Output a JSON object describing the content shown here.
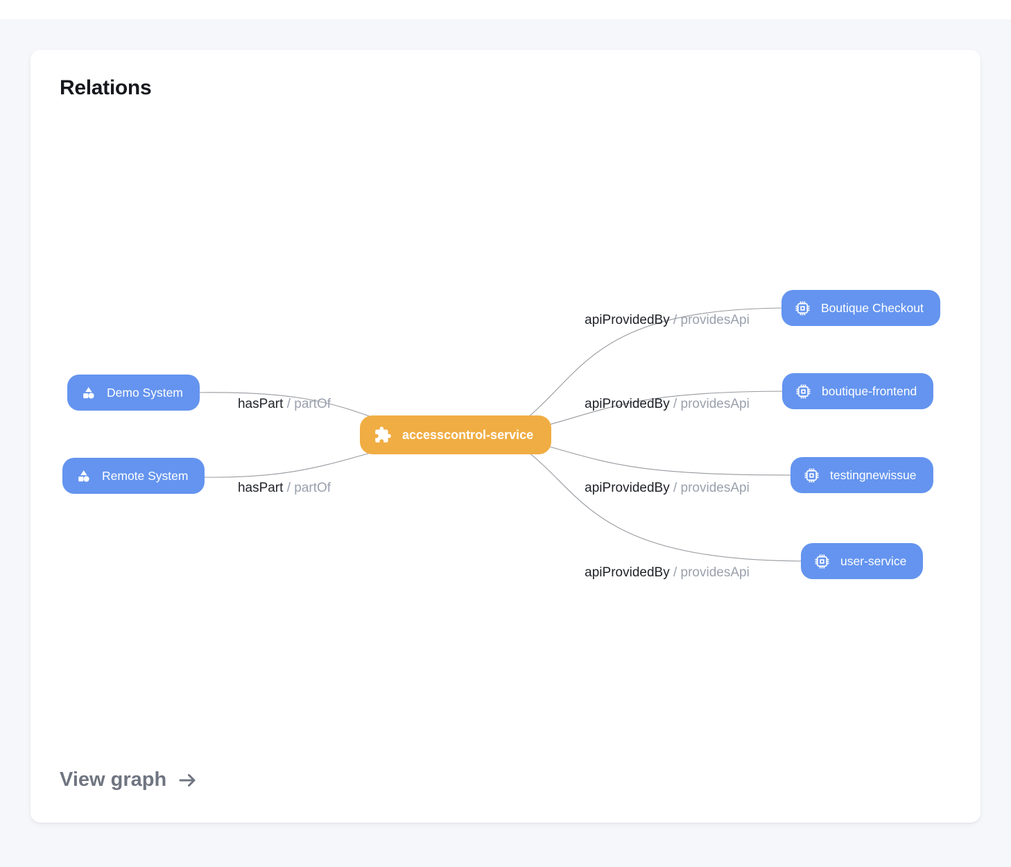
{
  "header": {
    "title": "Relations"
  },
  "footer": {
    "view_graph_label": "View graph"
  },
  "colors": {
    "page_background": "#f6f7fb",
    "card_background": "#ffffff",
    "node_blue": "#6494ef",
    "node_orange": "#f0ad43",
    "edge_line": "#84888e",
    "edge_label_primary": "#202328",
    "edge_label_secondary": "#9aa1ad"
  },
  "graph": {
    "center_node": {
      "label": "accesscontrol-service",
      "icon": "puzzle-icon"
    },
    "left_nodes": [
      {
        "label": "Demo System",
        "icon": "system-shapes-icon"
      },
      {
        "label": "Remote System",
        "icon": "system-shapes-icon"
      }
    ],
    "right_nodes": [
      {
        "label": "Boutique Checkout",
        "icon": "chip-icon"
      },
      {
        "label": "boutique-frontend",
        "icon": "chip-icon"
      },
      {
        "label": "testingnewissue",
        "icon": "chip-icon"
      },
      {
        "label": "user-service",
        "icon": "chip-icon"
      }
    ],
    "edge_labels": {
      "left": [
        {
          "primary": "hasPart",
          "secondary": "/ partOf"
        },
        {
          "primary": "hasPart",
          "secondary": "/ partOf"
        }
      ],
      "right": [
        {
          "primary": "apiProvidedBy",
          "secondary": "/ providesApi"
        },
        {
          "primary": "apiProvidedBy",
          "secondary": "/ providesApi"
        },
        {
          "primary": "apiProvidedBy",
          "secondary": "/ providesApi"
        },
        {
          "primary": "apiProvidedBy",
          "secondary": "/ providesApi"
        }
      ]
    }
  }
}
